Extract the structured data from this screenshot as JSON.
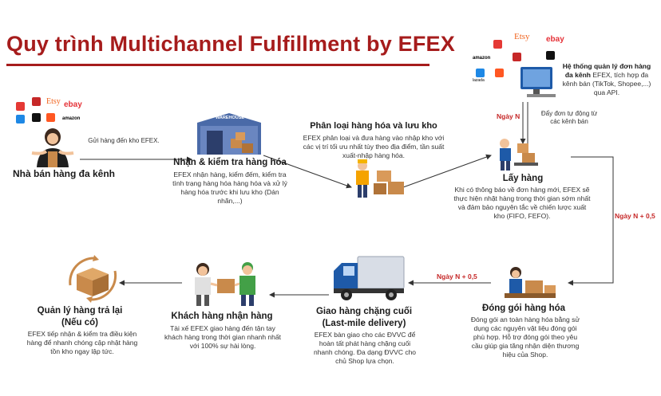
{
  "title": "Quy trình Multichannel Fulfillment by EFEX",
  "logos": {
    "etsy": "Etsy",
    "ebay": "ebay",
    "amazon": "amazon",
    "lazada": "lazada"
  },
  "steps": {
    "seller": {
      "title": "Nhà bán hàng đa kênh",
      "note": "Gửi hàng đến kho EFEX."
    },
    "receive": {
      "title": "Nhận & kiểm tra hàng hóa",
      "desc": "EFEX nhận hàng, kiểm đếm, kiểm tra tình trạng hàng hóa hàng hóa và xử lý hàng hóa trước khi lưu kho (Dán nhãn,...)",
      "warehouse_sign": "WAREHOUSE"
    },
    "sort": {
      "title": "Phân loại hàng hóa và lưu kho",
      "desc": "EFEX phân loại và đưa hàng vào nhập kho với các vị trí tối ưu nhất tùy theo địa điểm, tần suất xuất-nhập hàng hóa."
    },
    "oms": {
      "title": "Hệ thống quản lý đơn hàng đa kênh",
      "desc": "EFEX, tích hợp đa kênh bán (TikTok, Shopee,...) qua API.",
      "push_note": "Đẩy đơn tự động từ các kênh bán"
    },
    "pick": {
      "title": "Lấy hàng",
      "desc": "Khi có thông báo về đơn hàng mới, EFEX sẽ thực hiện nhặt hàng trong thời gian sớm nhất và đảm bảo nguyên tắc về chiến lược xuất kho (FIFO, FEFO)."
    },
    "pack": {
      "title": "Đóng gói hàng hóa",
      "desc": "Đóng gói an toàn hàng hóa bằng sử dụng các nguyên vật liệu đóng gói phù hợp. Hỗ trợ đóng gói theo yêu cầu giúp gia tăng nhận diện thương hiệu của Shop."
    },
    "lastmile": {
      "title": "Giao hàng chặng cuối",
      "subtitle": "(Last-mile delivery)",
      "desc": "EFEX bàn giao cho các ĐVVC để hoàn tất phát hàng chặng cuối nhanh chóng. Đa dạng ĐVVC cho chủ Shop lựa chọn."
    },
    "customer": {
      "title": "Khách hàng nhận hàng",
      "desc": "Tài xế EFEX giao hàng đến tận tay khách hàng trong thời gian nhanh nhất với 100% sự hài lòng."
    },
    "returns": {
      "title": "Quản lý hàng trả lại",
      "subtitle": "(Nếu có)",
      "desc": "EFEX tiếp nhận & kiểm tra điều kiện hàng để nhanh chóng cập nhật hàng tồn kho ngay lập tức."
    }
  },
  "timing": {
    "day_n": "Ngày N",
    "day_n_05_right": "Ngày N + 0,5",
    "day_n_05_bottom": "Ngày N + 0,5"
  },
  "colors": {
    "title": "#a61c1c",
    "label": "#c62828",
    "box": "#c98a4b",
    "blue": "#1e5aa8"
  }
}
